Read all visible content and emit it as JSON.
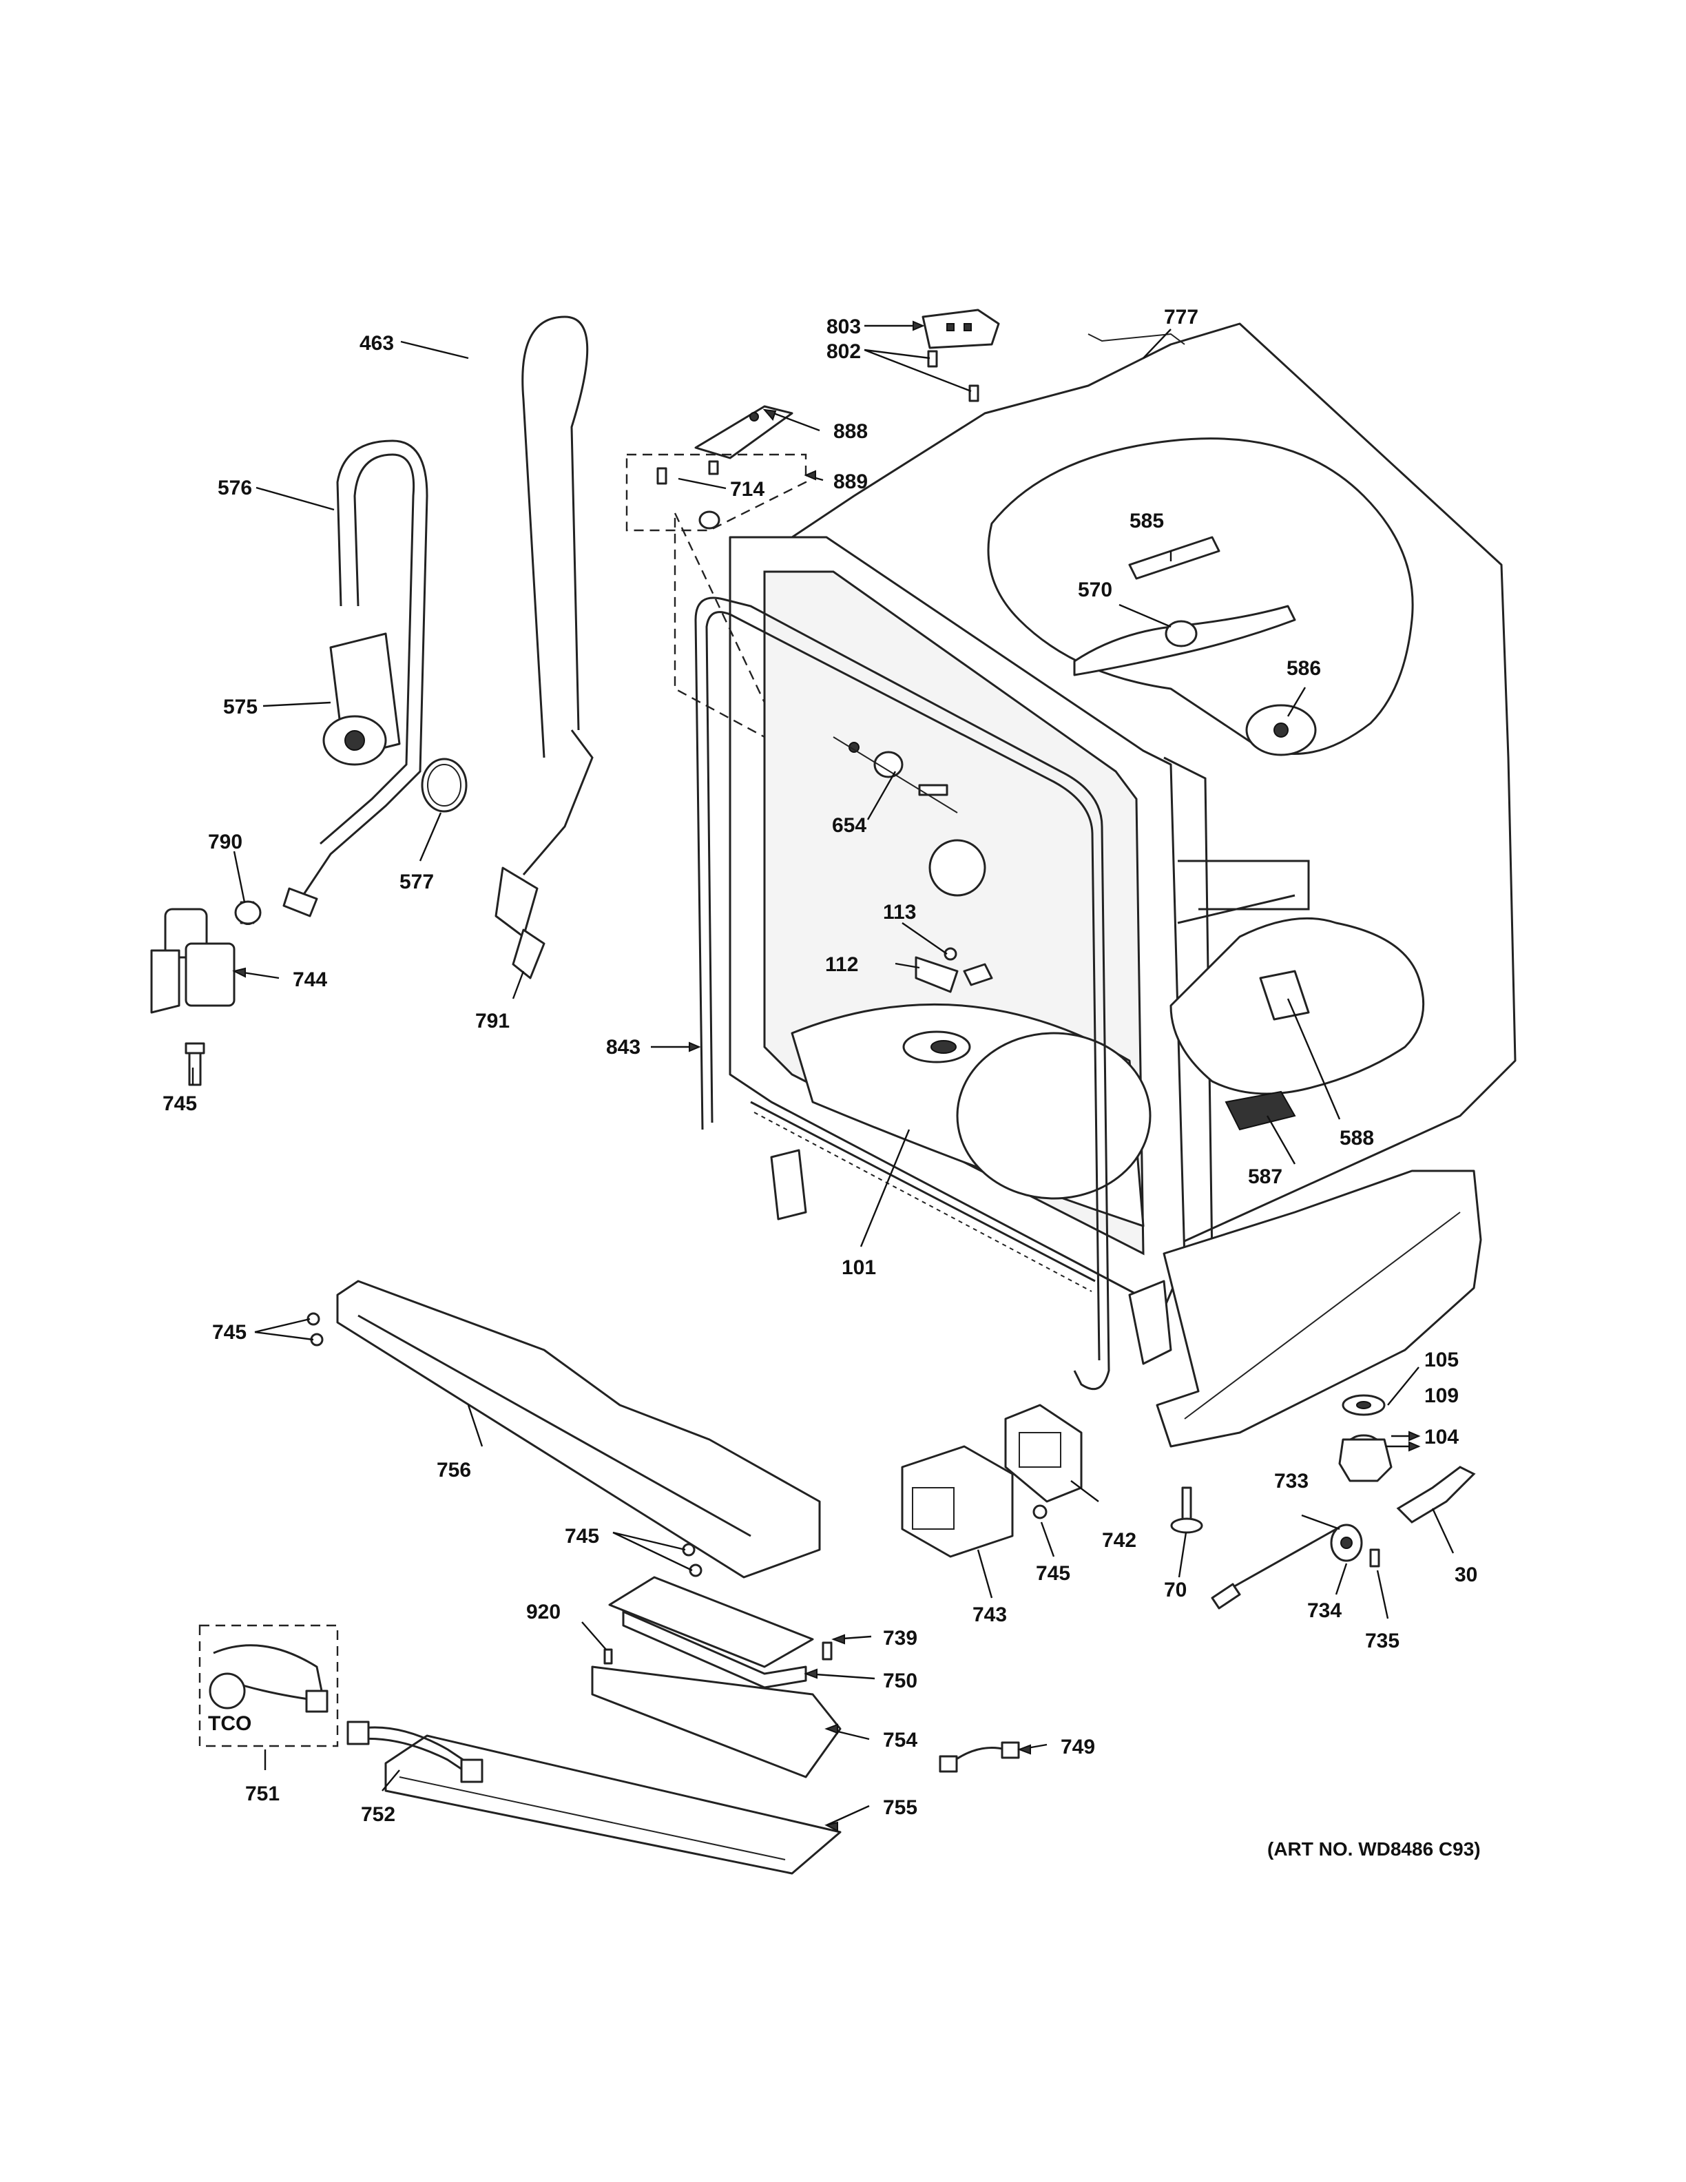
{
  "callouts": {
    "c803": "803",
    "c777": "777",
    "c802": "802",
    "c463": "463",
    "c888": "888",
    "c889": "889",
    "c714": "714",
    "c576": "576",
    "c585": "585",
    "c570": "570",
    "c586": "586",
    "c575": "575",
    "c654": "654",
    "c790": "790",
    "c577": "577",
    "c113": "113",
    "c112": "112",
    "c744": "744",
    "c791": "791",
    "c843": "843",
    "c745a": "745",
    "c588": "588",
    "c587": "587",
    "c101": "101",
    "c745b": "745",
    "c105": "105",
    "c109": "109",
    "c104": "104",
    "c756": "756",
    "c733": "733",
    "c742": "742",
    "c745c": "745",
    "c745d": "745",
    "c30": "30",
    "c70": "70",
    "c743": "743",
    "c734": "734",
    "c735": "735",
    "c920": "920",
    "c739": "739",
    "c750": "750",
    "c754": "754",
    "c749": "749",
    "c751": "751",
    "c752": "752",
    "c755": "755"
  },
  "tco_label": "TCO",
  "art_number": "(ART NO. WD8486 C93)"
}
